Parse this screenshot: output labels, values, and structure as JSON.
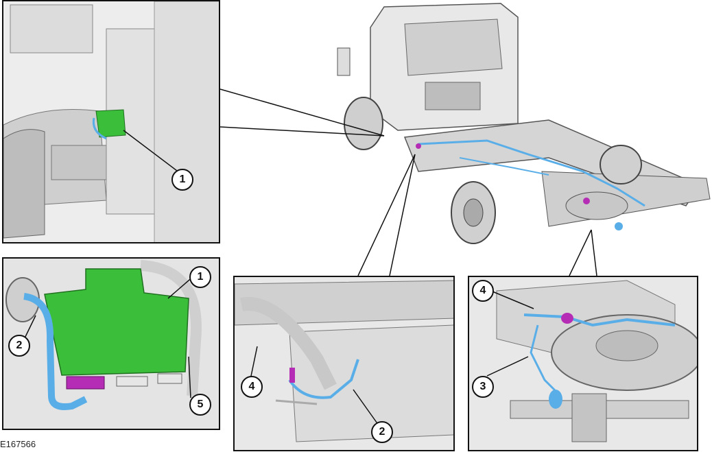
{
  "figure_id": "E167566",
  "callouts": {
    "c1_top": "1",
    "c1_bl": "1",
    "c2_bl": "2",
    "c5_bl": "5",
    "c4_bm": "4",
    "c2_bm": "2",
    "c4_br": "4",
    "c3_br": "3"
  },
  "colors": {
    "module_green": "#3bbf3b",
    "harness_blue": "#5aaee8",
    "connector_magenta": "#b52db5",
    "frame_gray": "#d9d9d9",
    "outline": "#111111"
  }
}
